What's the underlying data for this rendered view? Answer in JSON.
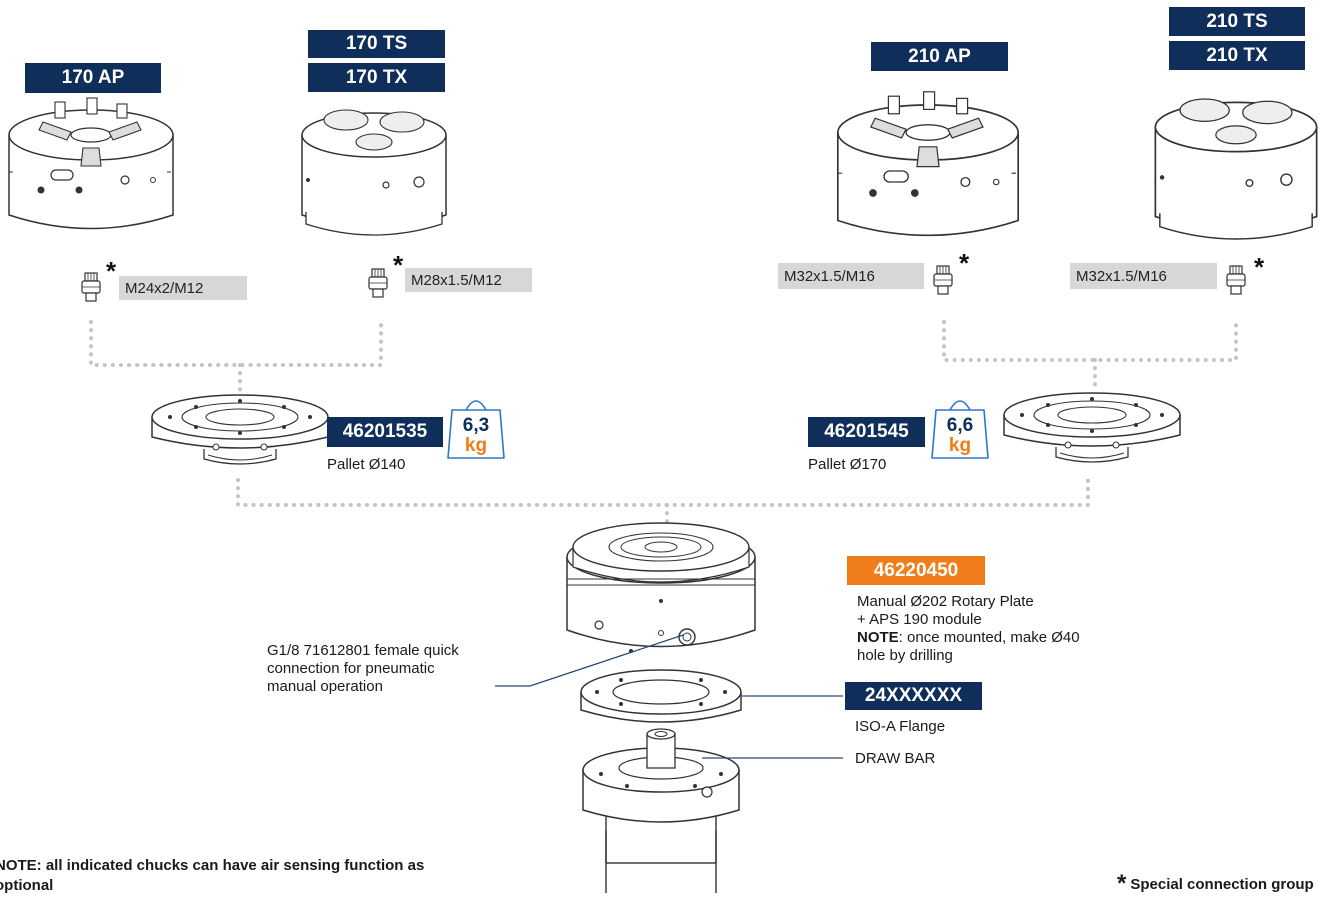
{
  "chucks": [
    {
      "id": "170ap",
      "labels": [
        "170 AP"
      ],
      "thread": "M24x2/M12"
    },
    {
      "id": "170ts",
      "labels": [
        "170 TS",
        "170 TX"
      ],
      "thread": "M28x1.5/M12"
    },
    {
      "id": "210ap",
      "labels": [
        "210 AP"
      ],
      "thread": "M32x1.5/M16"
    },
    {
      "id": "210ts",
      "labels": [
        "210 TS",
        "210 TX"
      ],
      "thread": "M32x1.5/M16"
    }
  ],
  "asterisk": "*",
  "pallets": [
    {
      "code": "46201535",
      "weight": "6,3",
      "unit": "kg",
      "desc": "Pallet Ø140"
    },
    {
      "code": "46201545",
      "weight": "6,6",
      "unit": "kg",
      "desc": "Pallet Ø170"
    }
  ],
  "rotary": {
    "code": "46220450",
    "line1": "Manual Ø202 Rotary Plate",
    "line2": "+ APS 190 module",
    "note_label": "NOTE",
    "note_text": ": once mounted, make Ø40",
    "line4": "hole by drilling"
  },
  "quick_connection": {
    "line1": "G1/8 71612801 female quick",
    "line2": "connection for pneumatic",
    "line3": "manual operation"
  },
  "flange": {
    "code": "24XXXXXX",
    "desc": "ISO-A Flange"
  },
  "draw_bar": "DRAW BAR",
  "footnote": {
    "line1": "NOTE: all indicated chucks can have air sensing function as",
    "line2": "optional"
  },
  "legend": {
    "star": "*",
    "text": "Special connection group"
  },
  "colors": {
    "navy": "#0f2e5a",
    "orange": "#ef7d1a",
    "thread_bg": "#d7d7d7",
    "dots": "#c4c4c4",
    "line": "#2b4a6f"
  }
}
